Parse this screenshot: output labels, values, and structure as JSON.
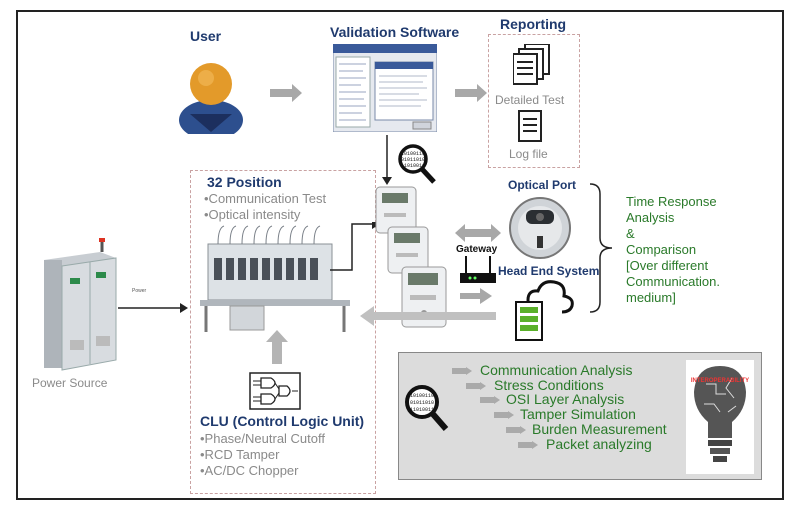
{
  "user": {
    "label": "User"
  },
  "validation": {
    "label": "Validation Software"
  },
  "reporting": {
    "label": "Reporting",
    "items": [
      "Detailed Test",
      "Log file"
    ]
  },
  "power_source": {
    "label": "Power Source",
    "link_label": "Power"
  },
  "position32": {
    "title": "32 Position",
    "items": [
      "•Communication Test",
      "•Optical intensity"
    ]
  },
  "clu": {
    "title": "CLU (Control Logic Unit)",
    "items": [
      "•Phase/Neutral Cutoff",
      "•RCD Tamper",
      "•AC/DC Chopper"
    ]
  },
  "optical_port": {
    "label": "Optical Port"
  },
  "gateway": {
    "label": "Gateway"
  },
  "head_end": {
    "label": "Head End System"
  },
  "time_response": {
    "lines": [
      "Time Response",
      "Analysis",
      "&",
      "Comparison",
      "[Over different",
      "Communication.",
      "medium]"
    ]
  },
  "analysis": {
    "items": [
      "Communication Analysis",
      "Stress Conditions",
      "OSI Layer Analysis",
      "Tamper Simulation",
      "Burden Measurement",
      "Packet analyzing"
    ]
  },
  "interop_label": "INTEROPERABILITY",
  "binary_text": [
    "10100110",
    "01011010",
    "11010011"
  ]
}
